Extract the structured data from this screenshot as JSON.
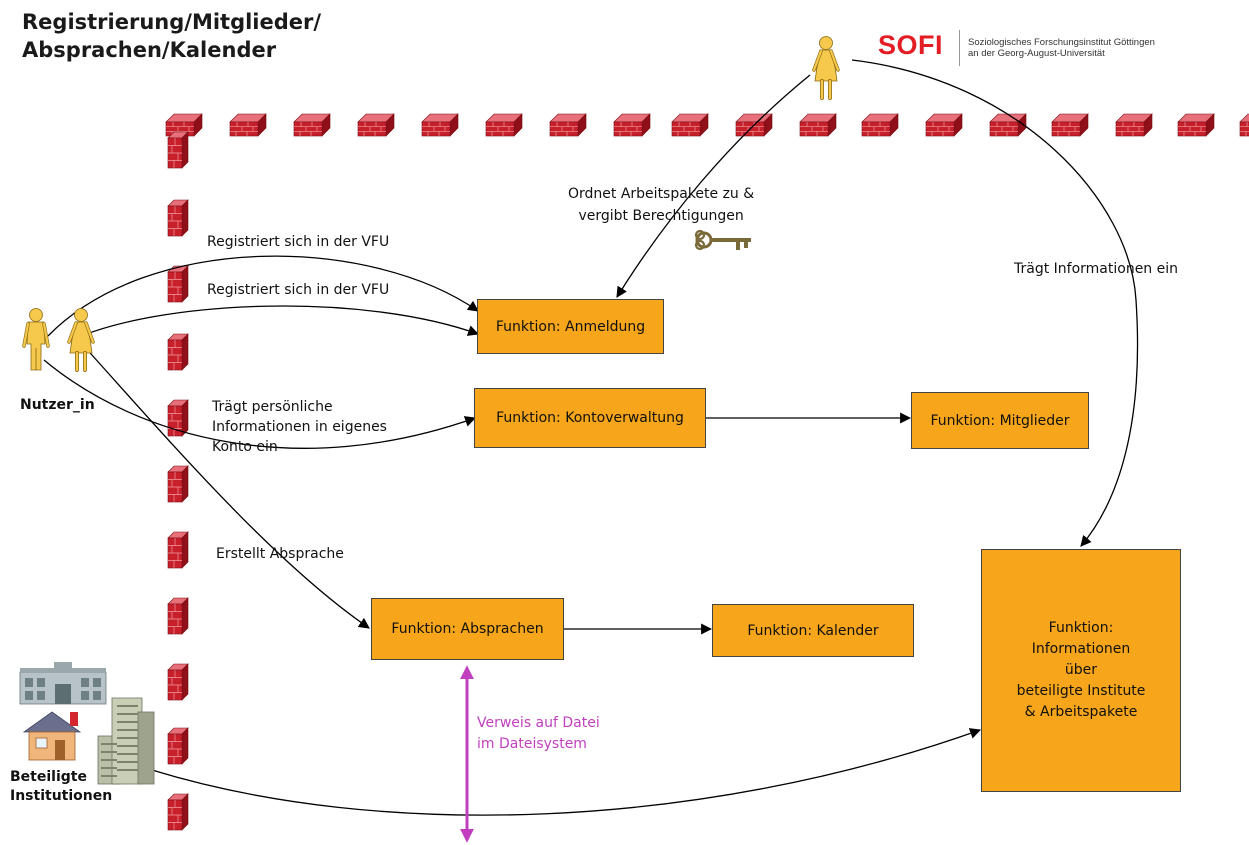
{
  "title": {
    "line1": "Registrierung/Mitglieder/",
    "line2": "Absprachen/Kalender"
  },
  "logo": {
    "name": "SOFI",
    "line1": "Soziologisches Forschungsinstitut Göttingen",
    "line2": "an der Georg-August-Universität"
  },
  "actors": {
    "user": "Nutzer_in",
    "institutions_line1": "Beteiligte",
    "institutions_line2": "Institutionen"
  },
  "edges": {
    "register1": "Registriert sich in der VFU",
    "register2": "Registriert sich in der VFU",
    "personal_line1": "Trägt persönliche",
    "personal_line2": "Informationen in eigenes",
    "personal_line3": "Konto ein",
    "agreement": "Erstellt Absprache",
    "assign_line1": "Ordnet Arbeitspakete zu &",
    "assign_line2": "vergibt Berechtigungen",
    "enters_info": "Trägt Informationen ein",
    "file_ref_line1": "Verweis auf Datei",
    "file_ref_line2": "im Dateisystem"
  },
  "boxes": {
    "anmeldung": "Funktion: Anmeldung",
    "kontoverwaltung": "Funktion: Kontoverwaltung",
    "mitglieder": "Funktion: Mitglieder",
    "absprachen": "Funktion: Absprachen",
    "kalender": "Funktion: Kalender",
    "info_line1": "Funktion:",
    "info_line2": "Informationen",
    "info_line3": "über",
    "info_line4": "beteiligte Institute",
    "info_line5": "& Arbeitspakete"
  },
  "colors": {
    "box_fill": "#f7a51a",
    "wall": "#c8202b",
    "person": "#f6c84c",
    "reference_arrow": "#c13fbf",
    "logo": "#e31d23"
  },
  "icons": [
    "brick-wall-icon",
    "person-icon",
    "key-icon",
    "university-building-icon",
    "house-icon",
    "office-tower-icon"
  ]
}
